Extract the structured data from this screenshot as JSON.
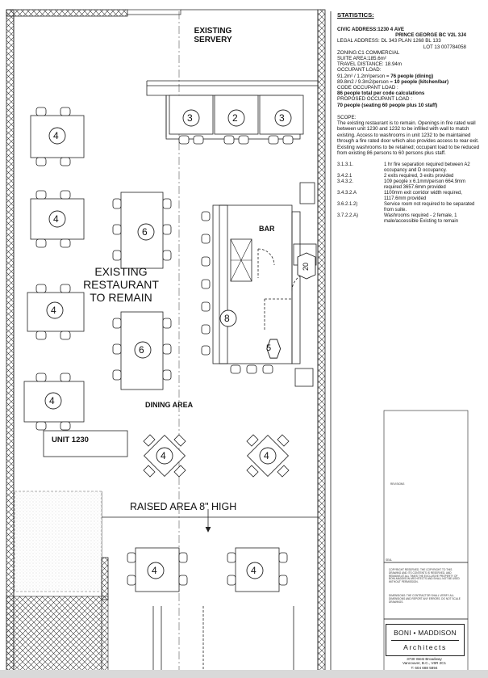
{
  "plan": {
    "existing_servery": [
      "EXISTING",
      "SERVERY"
    ],
    "existing_restaurant": [
      "EXISTING",
      "RESTAURANT",
      "TO REMAIN"
    ],
    "bar_label": "BAR",
    "dining_area": "DINING AREA",
    "unit_label": "UNIT 1230",
    "raised_area": "RAISED AREA 8\" HIGH",
    "table_counts": {
      "booth_a": "3",
      "booth_b": "2",
      "booth_c": "3",
      "left_1": "4",
      "left_2": "4",
      "left_3": "4",
      "left_4": "4",
      "center_top": "6",
      "center_mid": "6",
      "bar_stools": "8",
      "bar_service": "5",
      "kitchen": "20",
      "diamond_left": "4",
      "diamond_right": "4",
      "raised_left": "4",
      "raised_right": "4"
    }
  },
  "stats": {
    "heading": "STATISTICS:",
    "civic_address": "CIVIC ADDRESS:1230 4 AVE",
    "city_line": "PRINCE GEORGE BC V2L 3J4",
    "legal_address": "LEGAL ADDRESS: DL 343 PLAN 1268 BL 133",
    "lot_line": "LOT 13 007784058",
    "zoning": "ZONING:C1 COMMERCIAL",
    "suite_area": "SUITE AREA:185.6m²",
    "travel_distance": "TRAVEL DISTANCE: 18.94m",
    "occupant_load": "OCCUPANT LOAD:",
    "load_dining_a": "91.2m² / 1.2m²person = ",
    "load_dining_b": "76 people (dining)",
    "load_kitchen_a": "89.8m2 / 9.3m2/person = ",
    "load_kitchen_b": "10 people (kitchen/bar)",
    "code_occupant_load": "CODE OCCUPANT LOAD :",
    "code_total": "86 people total per code calculations",
    "proposed_load": "PROPOSED OCCUPANT LOAD :",
    "proposed_total": "70 people (seating 60 people plus 10 staff)",
    "scope_heading": "SCOPE:",
    "scope_text": "The existing restaurant is to remain. Openings in fire rated wall between unit 1230 and 1232 to be infilled with wall to match existing. Access to washrooms in unit 1232 to be maintained through a fire rated door which also provides access to rear exit. Existing washrooms to be retained; occupant load to be reduced from existing 86 persons to 60 persons plus staff.",
    "code_items": [
      {
        "code": "3.1.3.1.",
        "text": "1 hr fire separation required between A2 occupancy and D occupancy."
      },
      {
        "code": "3.4.2.1",
        "text": "2 exits required, 3 exits provided"
      },
      {
        "code": "3.4.3.2.",
        "text": "109 people x 6.1mm/person 664.9mm required 3657.6mm provided"
      },
      {
        "code": "3.4.3.2.A",
        "text": "1100mm exit corridor width required, 1117.6mm provided"
      },
      {
        "code": "3.6.2.1.2)",
        "text": "Service room not required to be separated from suite."
      },
      {
        "code": "3.7.2.2.A)",
        "text": "Washrooms required - 2 female, 1 male/accessible Existing to remain"
      }
    ]
  },
  "title_block": {
    "revisions_label": "REVISIONS",
    "seal_label": "SEAL",
    "copyright_text": "COPYRIGHT RESERVED. THE COPYRIGHT TO THIS DRAWING AND ITS CONTENTS IS RESERVED, AND REMAINS AT ALL TIMES THE EXCLUSIVE PROPERTY OF BONI-MADDISON ARCHITECTS AND SHALL NOT BE USED WITHOUT PERMISSION.",
    "dimensions_text": "DIMENSIONS: THE CONTRACTOR SHALL VERIFY ALL DIMENSIONS AND REPORT ANY ERRORS. DO NOT SCALE DRAWINGS.",
    "firm_name": "BONI • MADDISON",
    "firm_sub": "Architects",
    "address_1": "3730 West Broadway",
    "address_2": "Vancouver, B.C., V6R 2C1",
    "phone": "T: 604 688 5894"
  }
}
